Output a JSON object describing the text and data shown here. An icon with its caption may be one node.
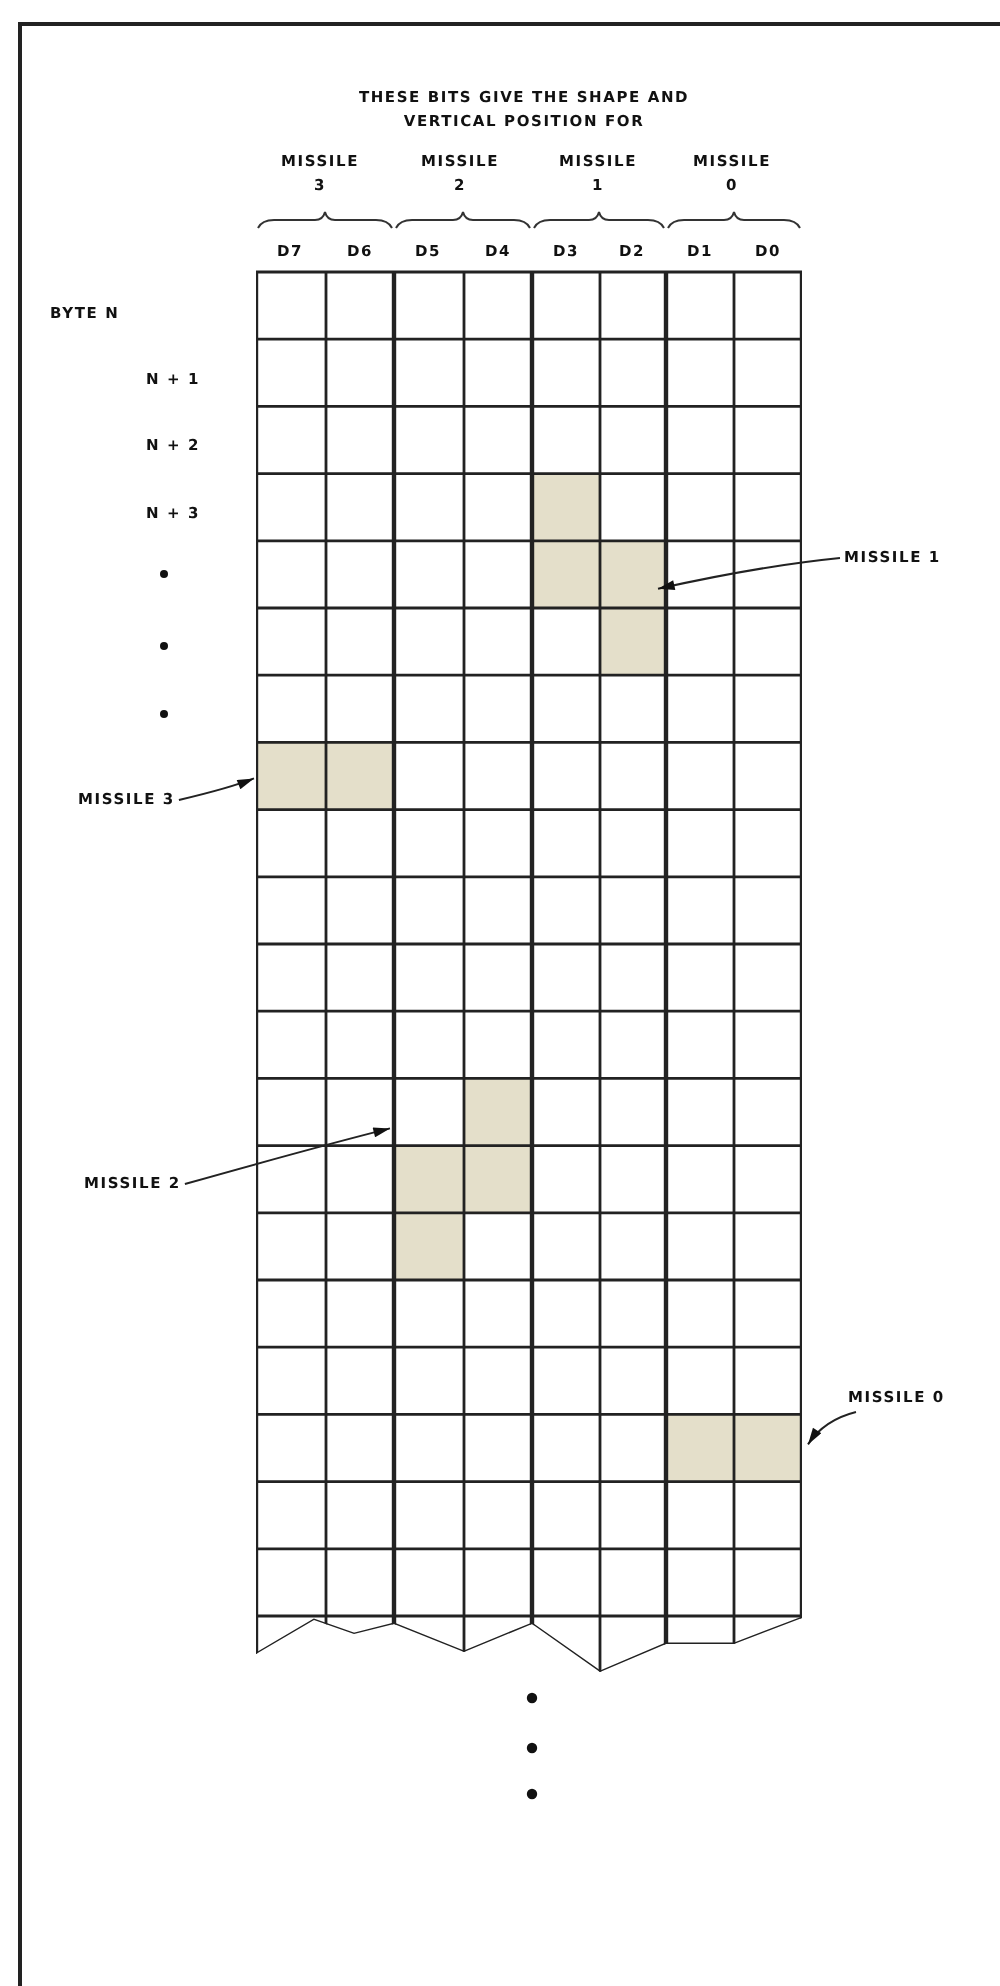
{
  "diagram": {
    "title": "THESE BITS GIVE THE SHAPE AND VERTICAL POSITION FOR",
    "nodes": [
      {
        "text": [],
        "shape": "box"
      },
      {
        "text": [
          "MISSILE 1"
        ]
      },
      {
        "text": [],
        "shape": "box"
      },
      {
        "text": [
          "MISSILE 3"
        ]
      },
      {
        "text": [],
        "shape": "box"
      },
      {
        "text": [
          "MISSILE 2"
        ]
      },
      {
        "text": [
          "MISSILE 0"
        ]
      },
      {
        "text": [],
        "shape": "box"
      }
    ],
    "edges": [
      {
        "from": 1,
        "to": 0,
        "arrow": "to"
      },
      {
        "from": 3,
        "to": 2,
        "arrow": "to"
      },
      {
        "from": 5,
        "to": 4,
        "arrow": "to"
      },
      {
        "from": 6,
        "to": 7,
        "arrow": "to"
      }
    ],
    "labels": [
      "MISSILE 3",
      "MISSILE 2",
      "MISSILE 1",
      "MISSILE 0",
      "D7",
      "D6",
      "D5",
      "D4",
      "D3",
      "D2",
      "D1",
      "D0",
      "BYTE N",
      "N + 1",
      "N + 2",
      "N + 3"
    ]
  }
}
